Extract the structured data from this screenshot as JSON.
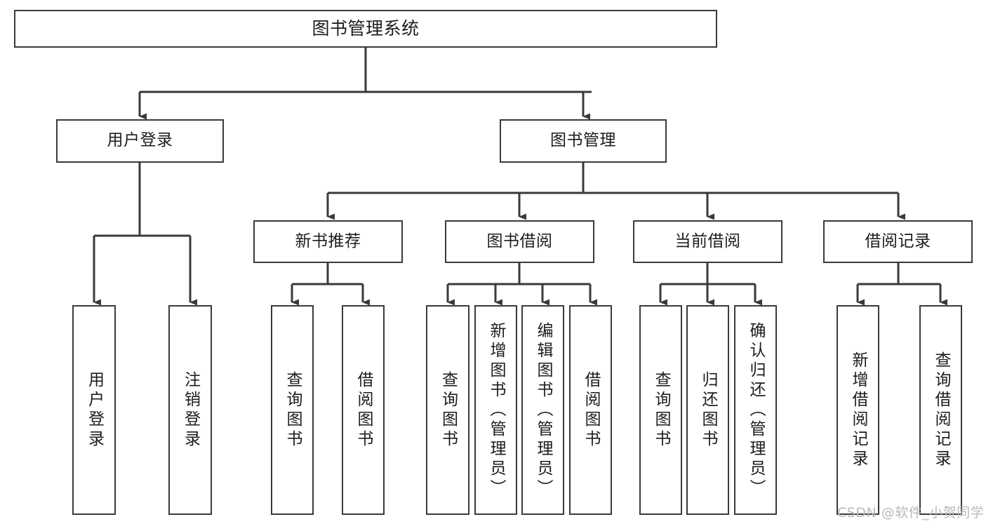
{
  "diagram": {
    "type": "hierarchy-tree",
    "title": "图书管理系统",
    "watermark": "CSDN @软件_小贺同学",
    "colors": {
      "box_border": "#3a3a3a",
      "box_fill": "#ffffff",
      "connector": "#3a3a3a",
      "text": "#1d1d1d",
      "watermark": "#b9b9b9",
      "background": "#ffffff"
    },
    "levels": {
      "root": "图书管理系统",
      "level2": [
        "用户登录",
        "图书管理"
      ],
      "level3": [
        "新书推荐",
        "图书借阅",
        "当前借阅",
        "借阅记录"
      ]
    },
    "nodes": {
      "root": {
        "label": "图书管理系统"
      },
      "user_login": {
        "label": "用户登录"
      },
      "book_manage": {
        "label": "图书管理"
      },
      "new_book_rec": {
        "label": "新书推荐"
      },
      "book_borrow": {
        "label": "图书借阅"
      },
      "current_borrow": {
        "label": "当前借阅"
      },
      "borrow_record": {
        "label": "借阅记录"
      },
      "leaf_user_login": {
        "label": "用户登录"
      },
      "leaf_logout": {
        "label": "注销登录"
      },
      "leaf_query_book_1": {
        "label": "查询图书"
      },
      "leaf_borrow_book_1": {
        "label": "借阅图书"
      },
      "leaf_query_book_2": {
        "label": "查询图书"
      },
      "leaf_add_book": {
        "label": "新增图书（管理员）"
      },
      "leaf_edit_book": {
        "label": "编辑图书（管理员）"
      },
      "leaf_borrow_book_2": {
        "label": "借阅图书"
      },
      "leaf_query_book_3": {
        "label": "查询图书"
      },
      "leaf_return_book": {
        "label": "归还图书"
      },
      "leaf_confirm_return": {
        "label": "确认归还（管理员）"
      },
      "leaf_add_record": {
        "label": "新增借阅记录"
      },
      "leaf_query_record": {
        "label": "查询借阅记录"
      }
    },
    "edges": [
      {
        "from": "root",
        "to": "user_login"
      },
      {
        "from": "root",
        "to": "book_manage"
      },
      {
        "from": "user_login",
        "to": "leaf_user_login"
      },
      {
        "from": "user_login",
        "to": "leaf_logout"
      },
      {
        "from": "book_manage",
        "to": "new_book_rec"
      },
      {
        "from": "book_manage",
        "to": "book_borrow"
      },
      {
        "from": "book_manage",
        "to": "current_borrow"
      },
      {
        "from": "book_manage",
        "to": "borrow_record"
      },
      {
        "from": "new_book_rec",
        "to": "leaf_query_book_1"
      },
      {
        "from": "new_book_rec",
        "to": "leaf_borrow_book_1"
      },
      {
        "from": "book_borrow",
        "to": "leaf_query_book_2"
      },
      {
        "from": "book_borrow",
        "to": "leaf_add_book"
      },
      {
        "from": "book_borrow",
        "to": "leaf_edit_book"
      },
      {
        "from": "book_borrow",
        "to": "leaf_borrow_book_2"
      },
      {
        "from": "current_borrow",
        "to": "leaf_query_book_3"
      },
      {
        "from": "current_borrow",
        "to": "leaf_return_book"
      },
      {
        "from": "current_borrow",
        "to": "leaf_confirm_return"
      },
      {
        "from": "borrow_record",
        "to": "leaf_add_record"
      },
      {
        "from": "borrow_record",
        "to": "leaf_query_record"
      }
    ]
  }
}
